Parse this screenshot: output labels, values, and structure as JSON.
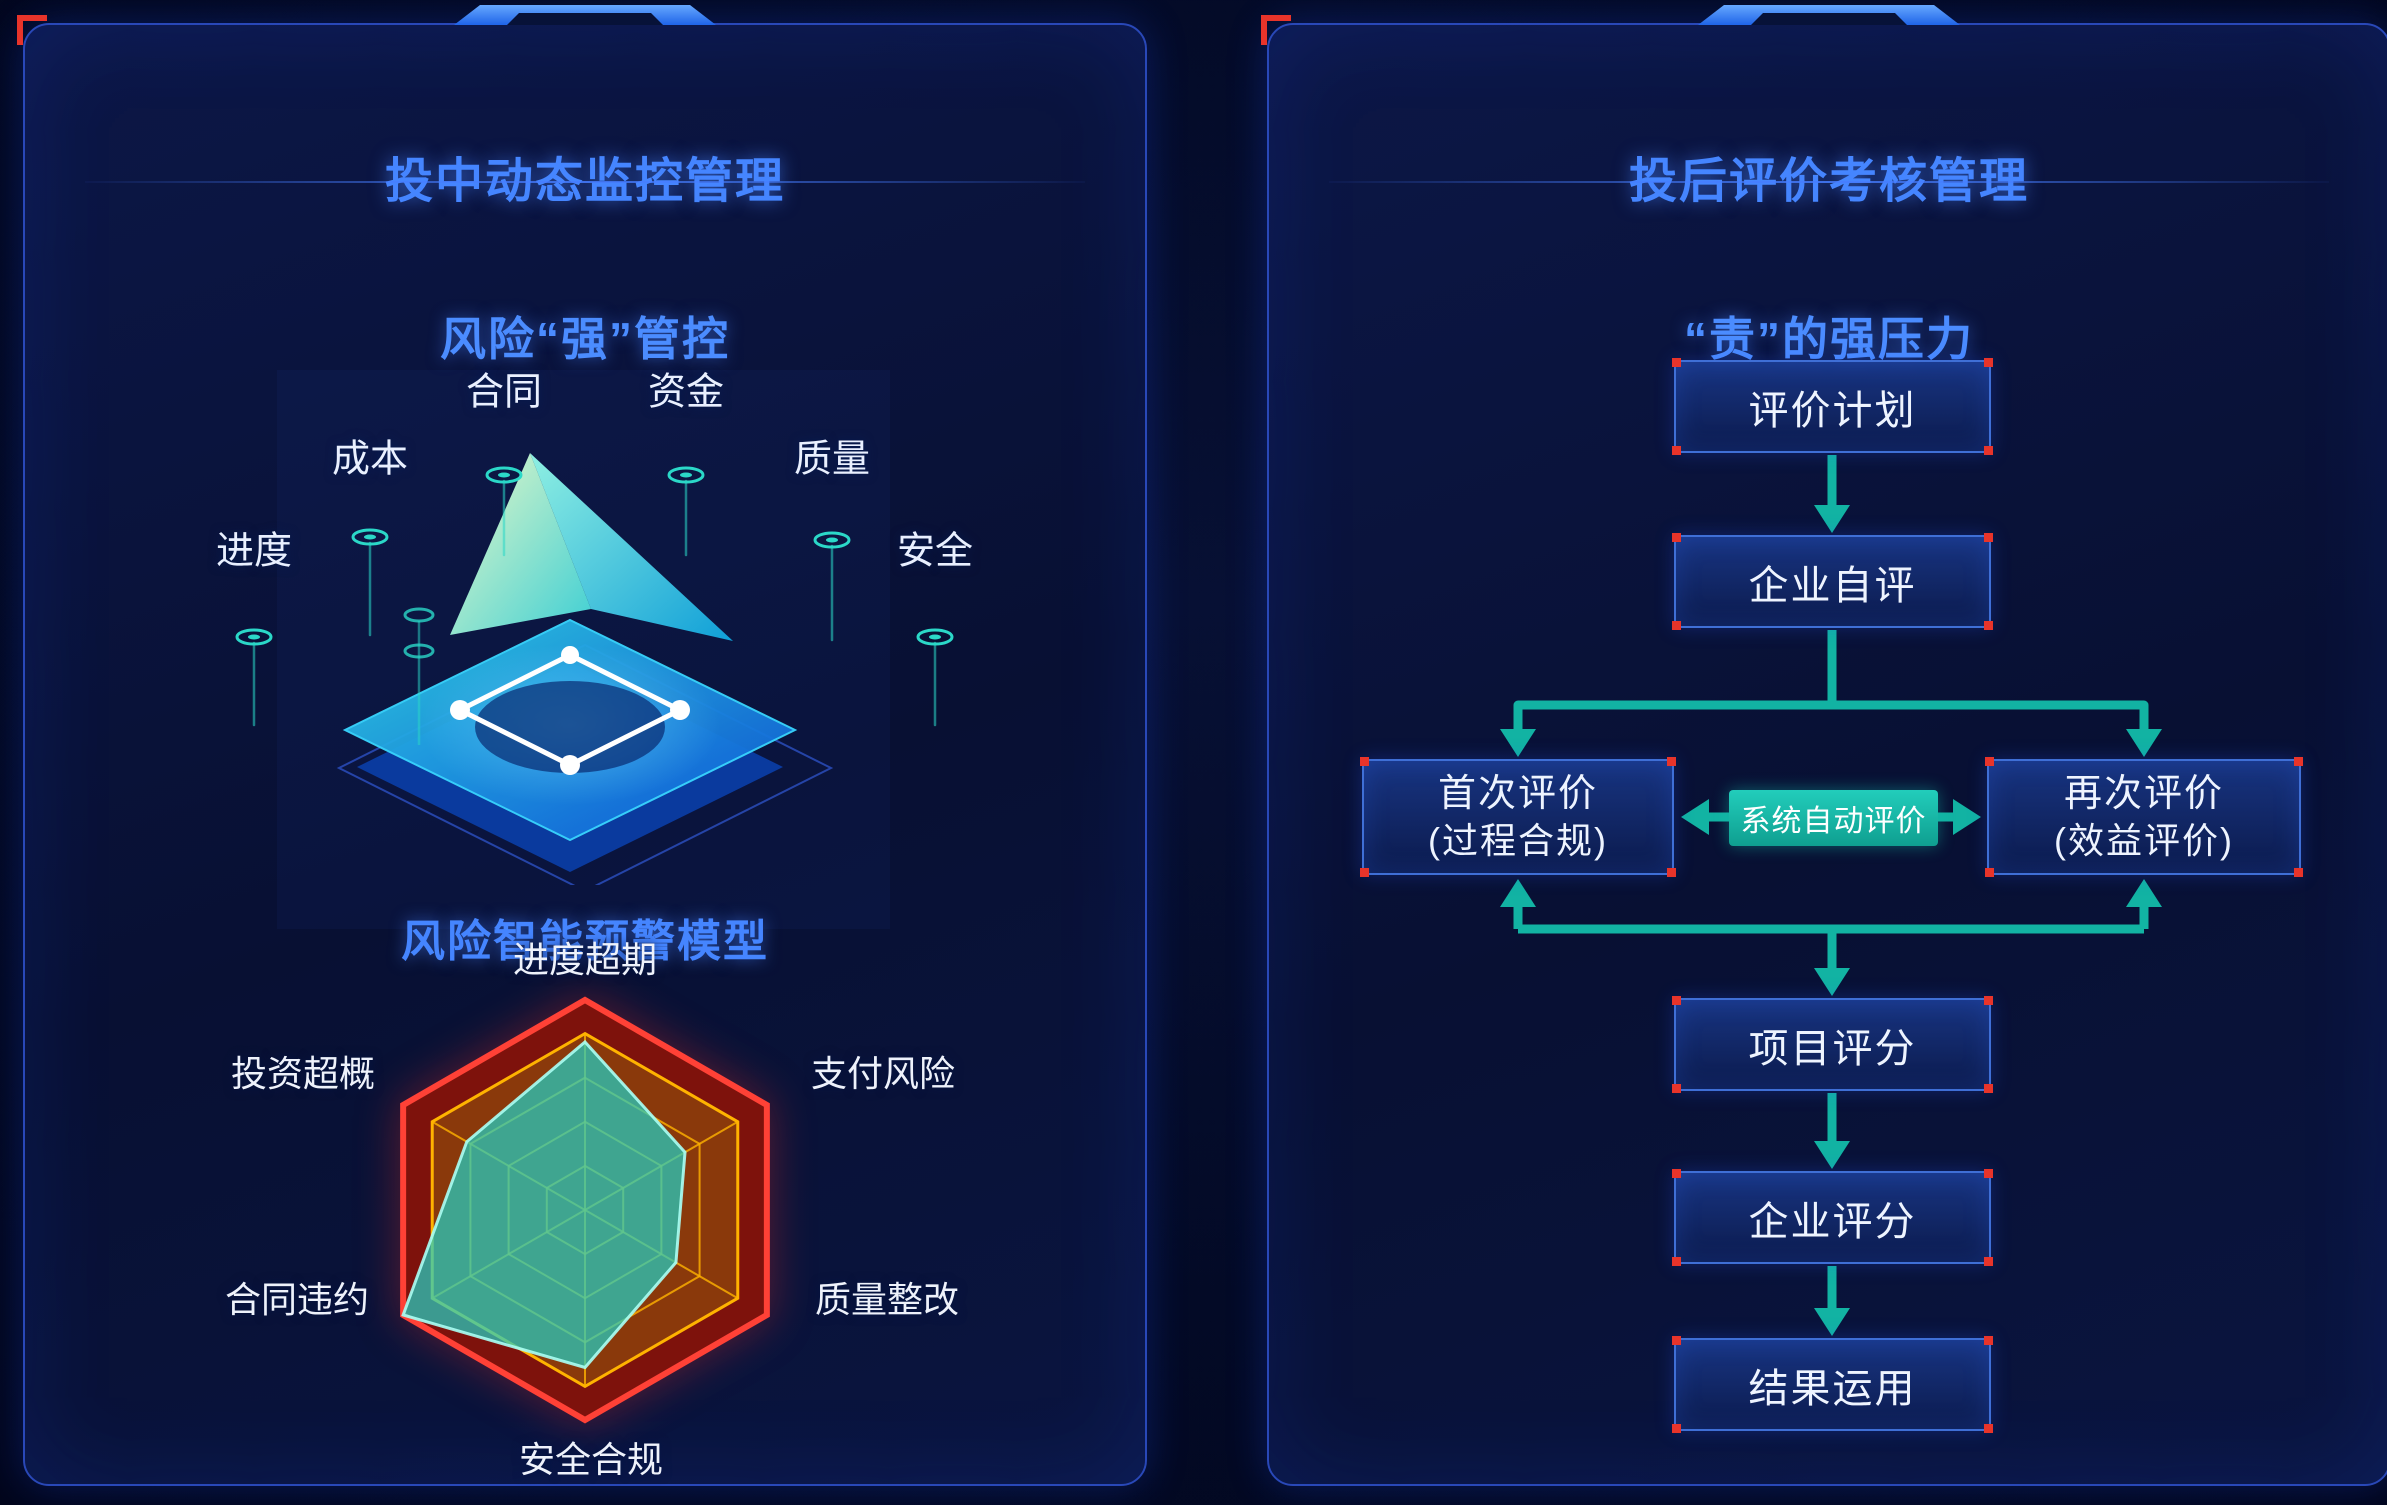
{
  "left_panel": {
    "title": "投中动态监控管理",
    "subtitle": "风险“强”管控",
    "model_title": "风险智能预警模型",
    "scene_labels": [
      "进度",
      "成本",
      "合同",
      "资金",
      "质量",
      "安全"
    ]
  },
  "right_panel": {
    "title": "投后评价考核管理",
    "subtitle": "“责”的强压力",
    "flow": {
      "plan": "评价计划",
      "self_eval": "企业自评",
      "first_eval_line1": "首次评价",
      "first_eval_line2": "(过程合规)",
      "auto_eval": "系统自动评价",
      "re_eval_line1": "再次评价",
      "re_eval_line2": "(效益评价)",
      "project_score": "项目评分",
      "enterprise_score": "企业评分",
      "result_use": "结果运用"
    }
  },
  "colors": {
    "accent_blue": "#4585ff",
    "flow_teal": "#12b3a3",
    "alert_red": "#e8342a",
    "radar_outer_red": "#ff4136",
    "radar_grid_amber": "#ffb300",
    "radar_fill_teal": "#22cec3"
  },
  "chart_data": {
    "type": "radar",
    "title": "风险智能预警模型",
    "categories": [
      "进度超期",
      "支付风险",
      "质量整改",
      "安全合规",
      "合同违约",
      "投资超概"
    ],
    "values": [
      0.8,
      0.55,
      0.5,
      0.75,
      1.0,
      0.65
    ],
    "max": 1.0,
    "rings": 4,
    "start_angle_deg": -90,
    "direction": "clockwise",
    "legend": false
  }
}
